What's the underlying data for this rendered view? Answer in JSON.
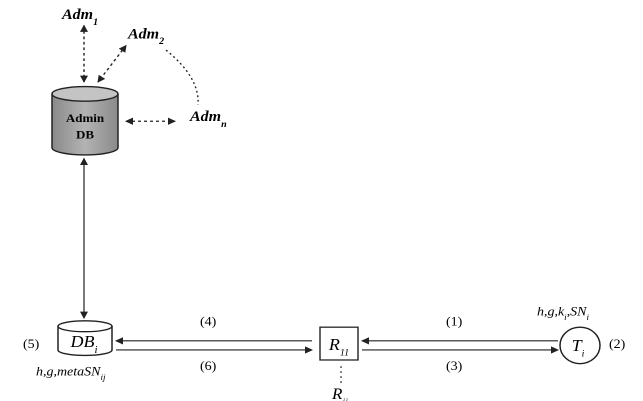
{
  "nodes": {
    "adm1": "Adm",
    "adm1_sub": "1",
    "adm2": "Adm",
    "adm2_sub": "2",
    "admn": "Adm",
    "admn_sub": "n",
    "admin_db_line1": "Admin",
    "admin_db_line2": "DB",
    "dbi": "DB",
    "dbi_sub": "i",
    "r11": "R",
    "r11_sub": "11",
    "rij": "R",
    "rij_sub": "ij",
    "ti": "T",
    "ti_sub": "i"
  },
  "labels": {
    "step1": "(1)",
    "step2": "(2)",
    "step3": "(3)",
    "step4": "(4)",
    "step5": "(5)",
    "step6": "(6)",
    "dbi_params": "h,g,metaSN",
    "dbi_params_sub": "ij",
    "ti_params": "h,g,k",
    "ti_params_sub1": "i",
    "ti_params_mid": ",SN",
    "ti_params_sub2": "i"
  },
  "colors": {
    "admin_db_fill": "#9e9e9e",
    "admin_db_top": "#c4c4c4",
    "stroke": "#222222",
    "background_text": "#cfcfcf"
  }
}
